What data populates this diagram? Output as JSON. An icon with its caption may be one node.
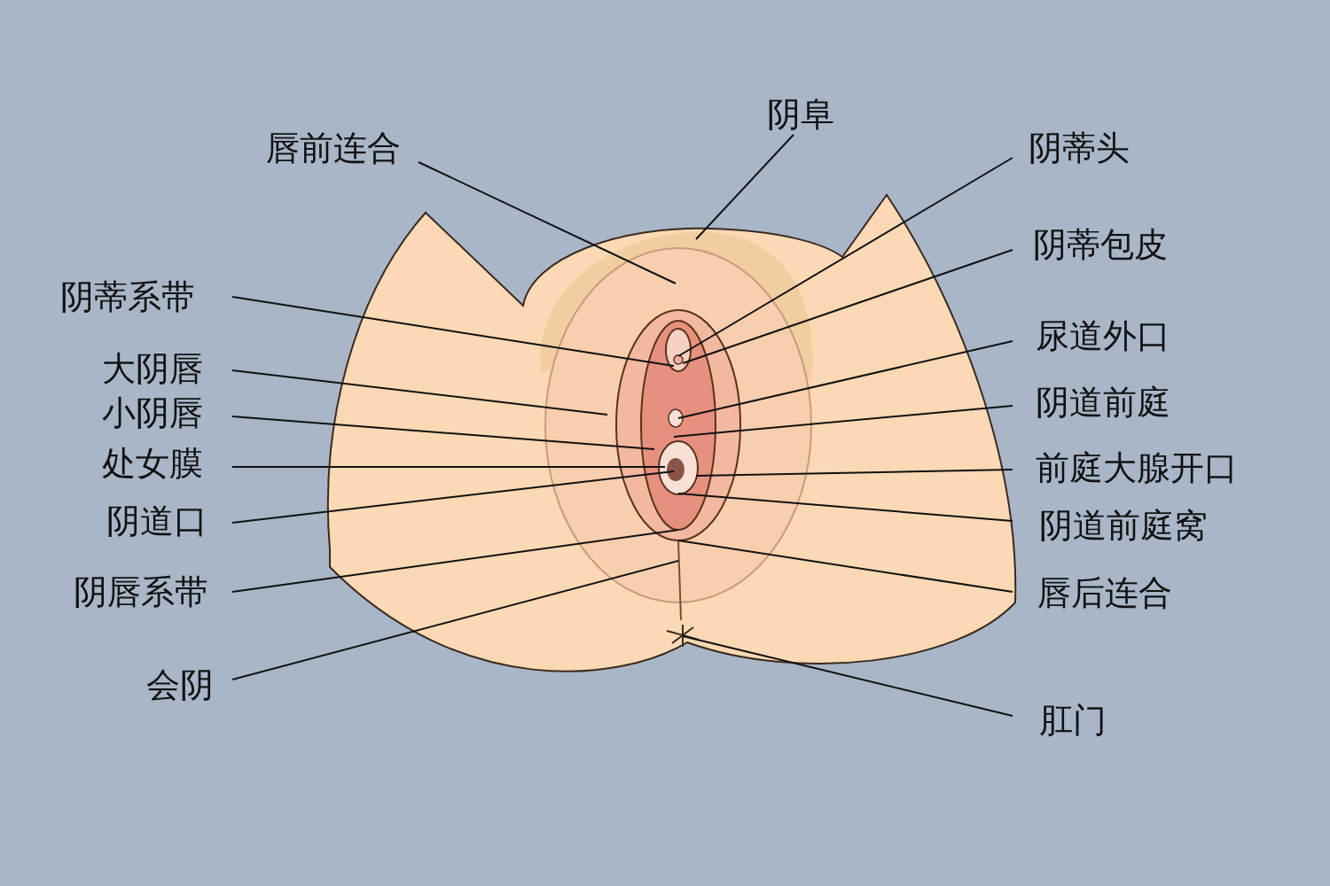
{
  "diagram": {
    "nodes": [
      {
        "text": [
          "阴阜"
        ]
      },
      {
        "text": [
          "唇前连合"
        ]
      },
      {
        "text": [
          "阴蒂头"
        ]
      },
      {
        "text": [
          "阴蒂包皮"
        ]
      },
      {
        "text": [
          "阴蒂系带"
        ]
      },
      {
        "text": [
          "尿道外口"
        ]
      },
      {
        "text": [
          "大阴唇"
        ]
      },
      {
        "text": [
          "阴道前庭"
        ]
      },
      {
        "text": [
          "小阴唇"
        ]
      },
      {
        "text": [
          "处女膜"
        ]
      },
      {
        "text": [
          "前庭大腺开口"
        ]
      },
      {
        "text": [
          "阴道口"
        ]
      },
      {
        "text": [
          "阴道前庭窝"
        ]
      },
      {
        "text": [
          "阴唇系带"
        ]
      },
      {
        "text": [
          "唇后连合"
        ]
      },
      {
        "text": [
          "会阴"
        ]
      },
      {
        "text": [
          "肛门"
        ]
      }
    ],
    "edges": [
      {
        "from": 0,
        "to": null,
        "arrow": "none"
      },
      {
        "from": 1,
        "to": null,
        "arrow": "none"
      },
      {
        "from": 2,
        "to": null,
        "arrow": "none"
      },
      {
        "from": 3,
        "to": null,
        "arrow": "none"
      },
      {
        "from": 4,
        "to": null,
        "arrow": "none"
      },
      {
        "from": 5,
        "to": null,
        "arrow": "none"
      },
      {
        "from": 6,
        "to": null,
        "arrow": "none"
      },
      {
        "from": 7,
        "to": null,
        "arrow": "none"
      },
      {
        "from": 8,
        "to": null,
        "arrow": "none"
      },
      {
        "from": 9,
        "to": null,
        "arrow": "none"
      },
      {
        "from": 10,
        "to": null,
        "arrow": "none"
      },
      {
        "from": 11,
        "to": null,
        "arrow": "none"
      },
      {
        "from": 12,
        "to": null,
        "arrow": "none"
      },
      {
        "from": 13,
        "to": null,
        "arrow": "none"
      },
      {
        "from": 14,
        "to": null,
        "arrow": "none"
      },
      {
        "from": 15,
        "to": null,
        "arrow": "none"
      },
      {
        "from": 16,
        "to": null,
        "arrow": "none"
      }
    ]
  }
}
